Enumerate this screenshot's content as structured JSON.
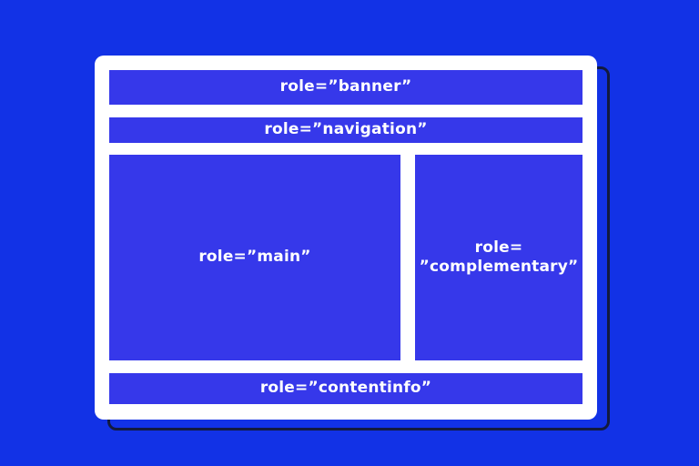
{
  "regions": {
    "banner": "role=”banner”",
    "navigation": "role=”navigation”",
    "main": "role=”main”",
    "complementary_line1": "role=",
    "complementary_line2": "”complementary”",
    "contentinfo": "role=”contentinfo”"
  },
  "colors": {
    "background": "#1232e6",
    "frame": "#ffffff",
    "region_fill": "#3638ea",
    "shadow_outline": "#121a3e",
    "label_text": "#ffffff"
  }
}
